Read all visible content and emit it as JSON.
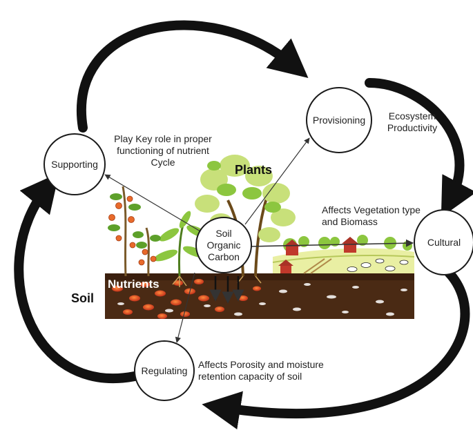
{
  "nodes": {
    "supporting": "Supporting",
    "provisioning": "Provisioning",
    "cultural": "Cultural",
    "regulating": "Regulating",
    "soc_line1": "Soil",
    "soc_line2": "Organic",
    "soc_line3": "Carbon"
  },
  "labels": {
    "plants": "Plants",
    "soil": "Soil",
    "nutrients": "Nutrients"
  },
  "notes": {
    "supporting_line1": "Play Key role in proper",
    "supporting_line2": "functioning of nutrient",
    "supporting_line3": "Cycle",
    "provisioning_line1": "Ecosystem",
    "provisioning_line2": "Productivity",
    "cultural_line1": "Affects Vegetation type",
    "cultural_line2": "and Biomass",
    "regulating_line1": "Affects Porosity and moisture",
    "regulating_line2": "retention capacity of soil"
  },
  "colors": {
    "soil": "#4a2a14",
    "soil_dark": "#3a1f0e",
    "nutrient": "#d9441e",
    "plant": "#8cc63f",
    "plant_light": "#c8e07a",
    "field": "#e9efa3",
    "barn": "#c0392b",
    "arrow": "#111111"
  }
}
